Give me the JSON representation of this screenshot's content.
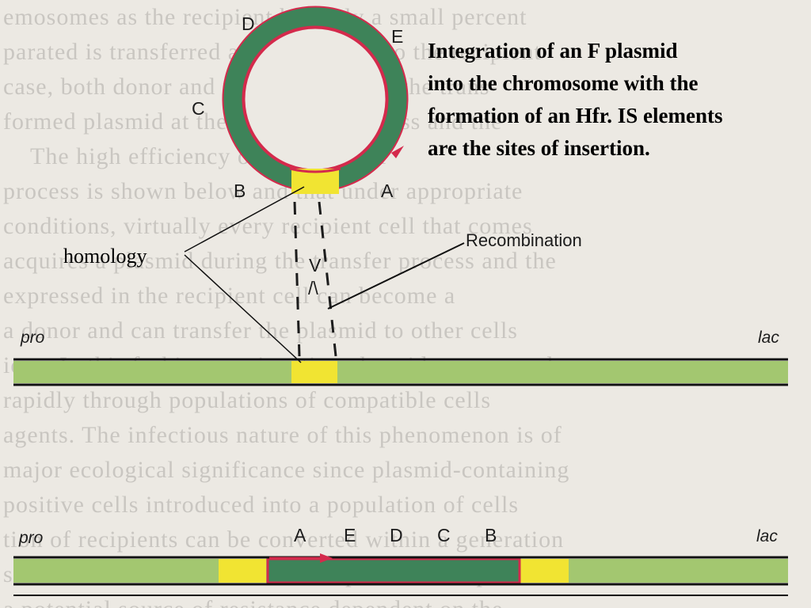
{
  "caption": {
    "lines": [
      "Integration of an F plasmid",
      "into the chromosome with the",
      "formation of an Hfr. IS elements",
      "are the sites of insertion."
    ]
  },
  "plasmid": {
    "labels": {
      "d": "D",
      "e": "E",
      "c": "C",
      "b": "B",
      "a": "A"
    }
  },
  "callouts": {
    "recombination": "Recombination",
    "homology": "homology",
    "crossover_marks": {
      "v": "V",
      "inverted_v": "/\\"
    }
  },
  "chromosome": {
    "left_label": "pro",
    "right_label": "lac"
  },
  "hfr": {
    "left_label": "pro",
    "right_label": "lac",
    "gene_order": [
      "A",
      "E",
      "D",
      "C",
      "B"
    ]
  },
  "colors": {
    "plasmid_dna": "#3e8359",
    "chromosome_dna": "#a3c770",
    "is_element": "#f1e432",
    "outline_red": "#d42a4c",
    "line": "#111111",
    "background": "#ece9e3"
  }
}
